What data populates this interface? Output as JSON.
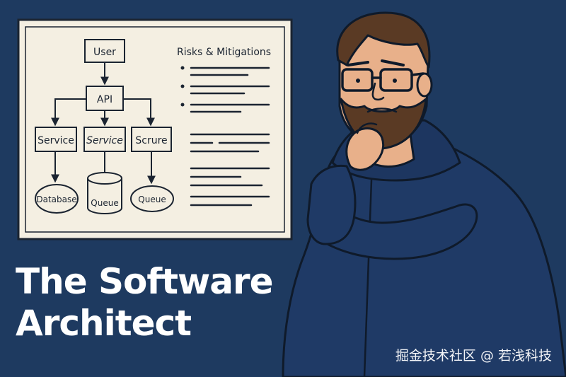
{
  "whiteboard": {
    "nodes": {
      "user": "User",
      "api": "API",
      "service_1": "Service",
      "service_2": "Service",
      "service_3": "Scrure",
      "database": "Database",
      "queue_1": "Queue",
      "queue_2": "Queue"
    },
    "risks_title": "Risks & Mitigations"
  },
  "title": {
    "line1": "The Software",
    "line2": "Architect"
  },
  "watermark": "掘金技术社区 @ 若浅科技",
  "colors": {
    "background": "#1e3a60",
    "board": "#f4efe2",
    "board_border": "#1b2431",
    "skin": "#e8b08a",
    "hair": "#5a3a24",
    "hoodie": "#1f3a66",
    "title_text": "#ffffff"
  }
}
